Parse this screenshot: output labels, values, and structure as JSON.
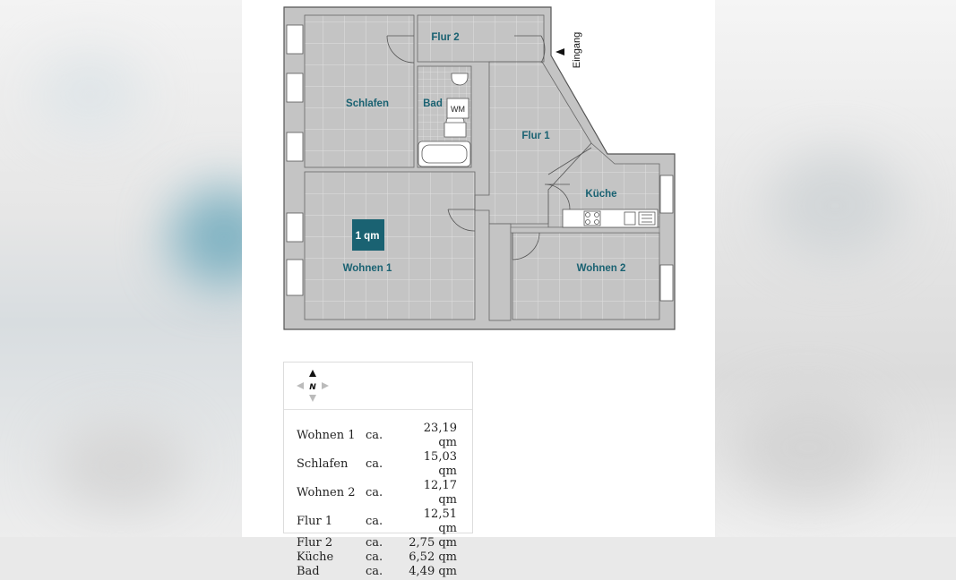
{
  "rooms": {
    "flur2": "Flur 2",
    "schlafen": "Schlafen",
    "bad": "Bad",
    "wm": "WM",
    "flur1": "Flur 1",
    "kueche": "Küche",
    "wohnen1": "Wohnen 1",
    "wohnen2": "Wohnen 2",
    "scale": "1 qm"
  },
  "entrance": "Eingang",
  "compass": "N",
  "areas": [
    {
      "name": "Wohnen 1",
      "ca": "ca.",
      "value": "23,19 qm"
    },
    {
      "name": "Schlafen",
      "ca": "ca.",
      "value": "15,03 qm"
    },
    {
      "name": "Wohnen 2",
      "ca": "ca.",
      "value": "12,17 qm"
    },
    {
      "name": "Flur 1",
      "ca": "ca.",
      "value": "12,51 qm"
    },
    {
      "name": "Flur 2",
      "ca": "ca.",
      "value": "2,75 qm"
    },
    {
      "name": "Küche",
      "ca": "ca.",
      "value": "6,52 qm"
    },
    {
      "name": "Bad",
      "ca": "ca.",
      "value": "4,49 qm"
    }
  ],
  "colors": {
    "wall": "#c4c4c4",
    "wall_stroke": "#555555",
    "grid": "#e2e2e2",
    "label": "#1a6272",
    "scale_tile": "#1a6272"
  }
}
